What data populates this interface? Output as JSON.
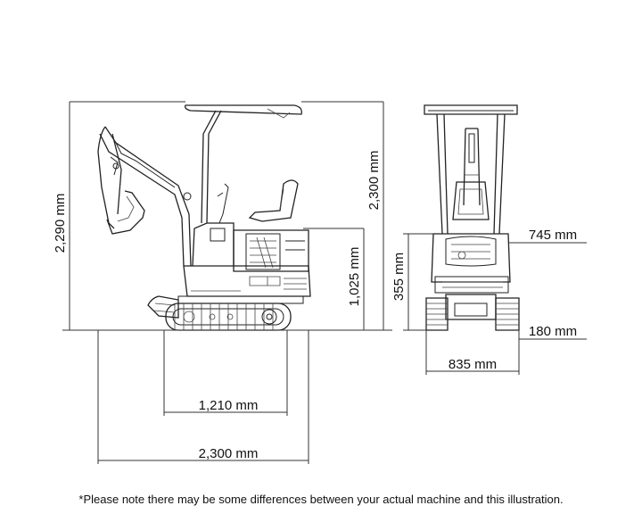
{
  "dimensions": {
    "overall_height_left": "2,290 mm",
    "overall_height_right": "2,300 mm",
    "cab_height": "1,025 mm",
    "track_length": "1,210 mm",
    "overall_length": "2,300 mm",
    "front_height": "355 mm",
    "front_width_top": "745 mm",
    "track_width": "180 mm",
    "overall_width": "835 mm"
  },
  "note": "*Please note there may be some differences between your actual machine and this illustration."
}
